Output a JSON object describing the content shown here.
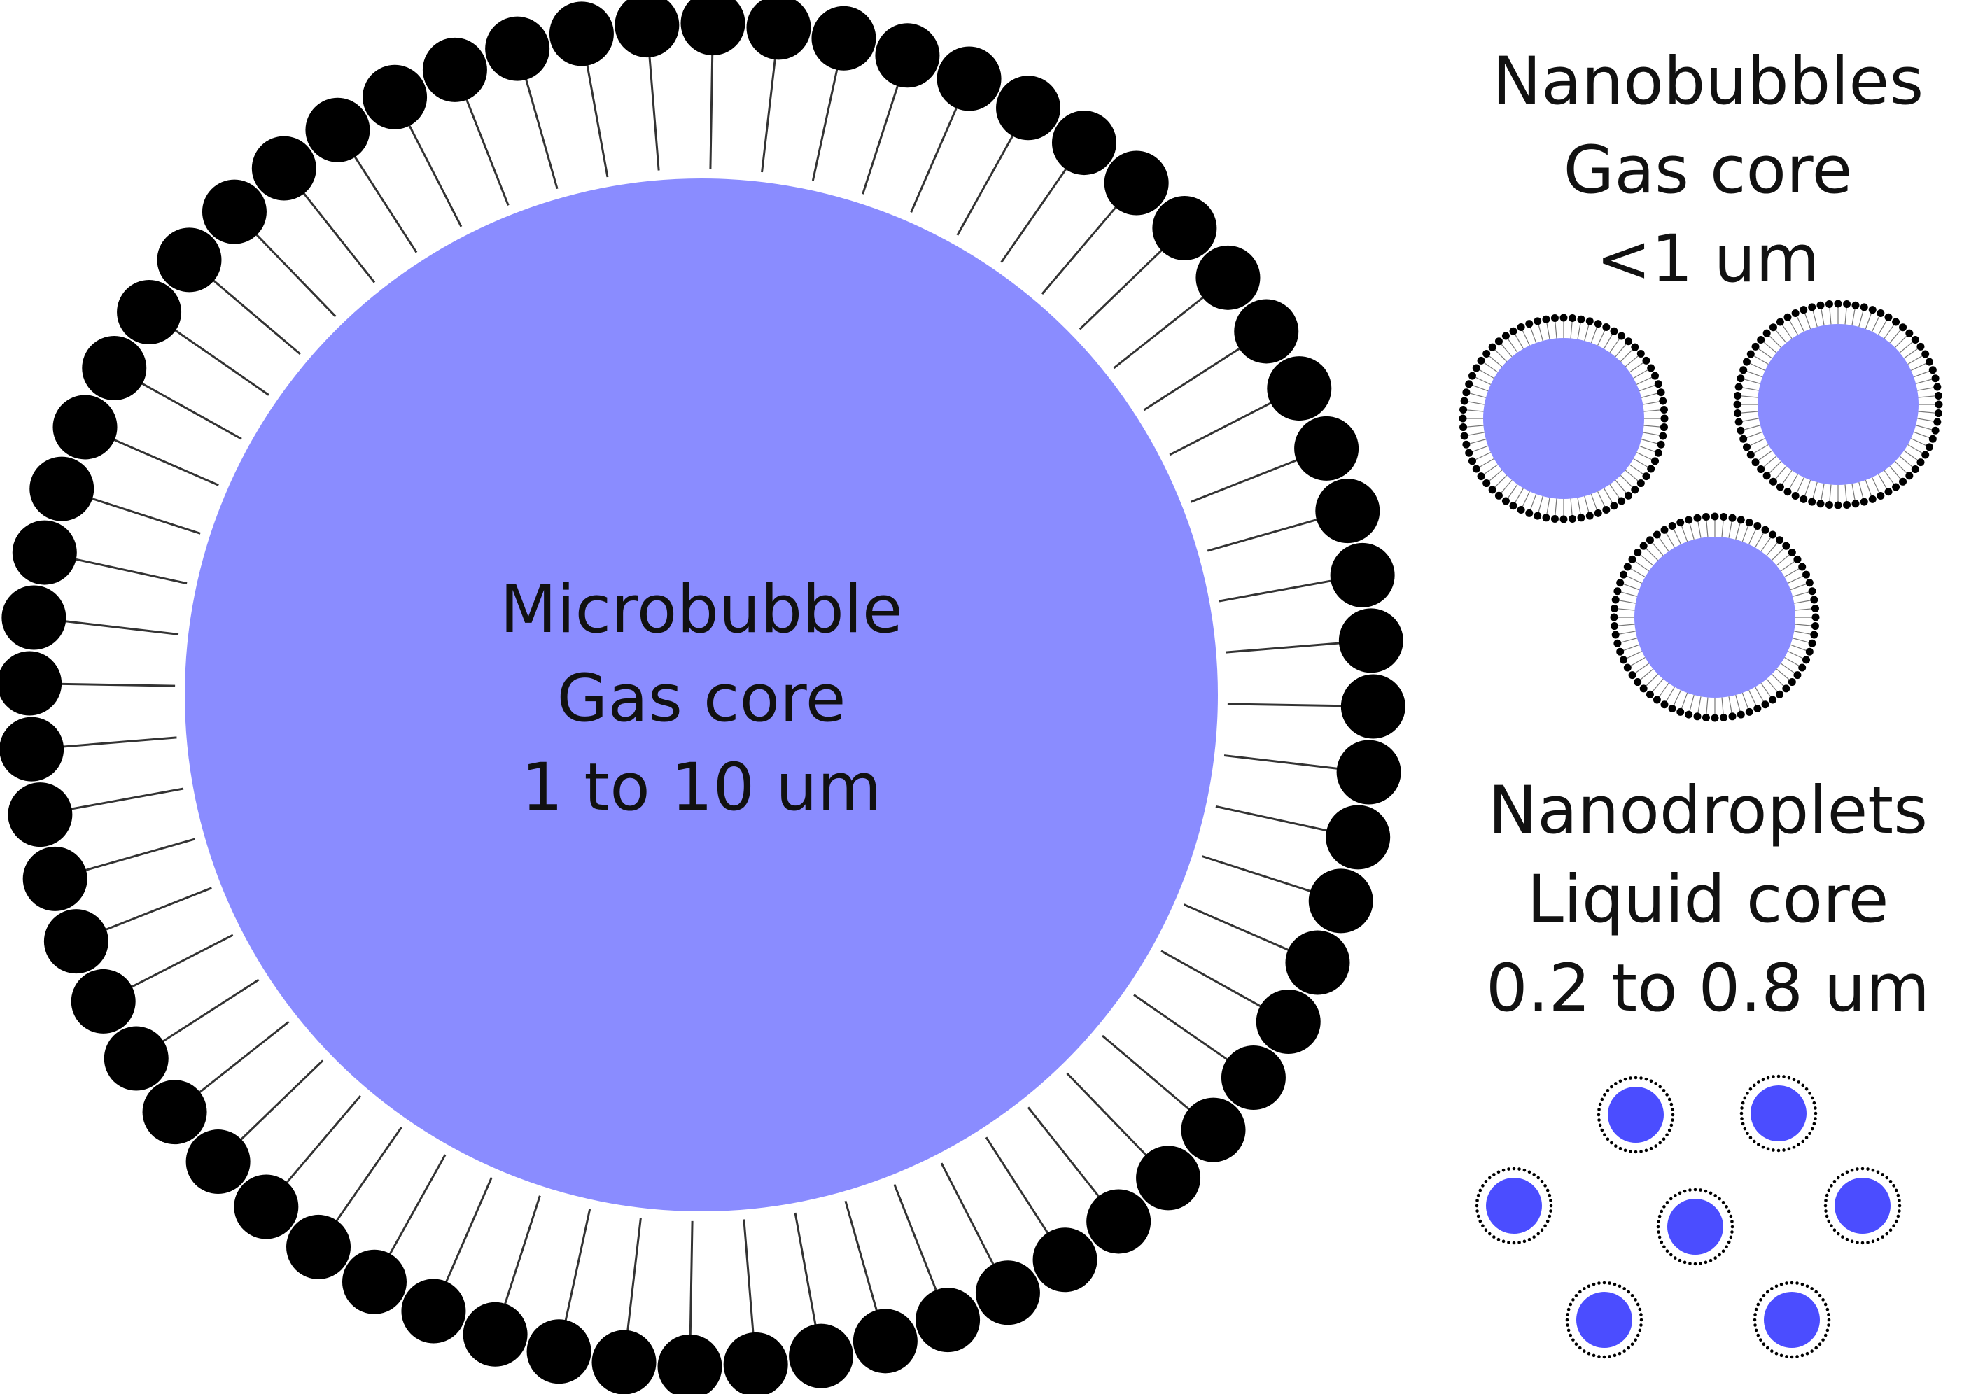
{
  "microbubble": {
    "name_label": "Microbubble",
    "core_label": "Gas core",
    "size_label": "1 to 10 um"
  },
  "nanobubbles": {
    "name_label": "Nanobubbles",
    "core_label": "Gas core",
    "size_label": "<1 um"
  },
  "nanodroplets": {
    "name_label": "Nanodroplets",
    "core_label": "Liquid core",
    "size_label": "0.2 to 0.8 um"
  },
  "colors": {
    "gas_core": "#8a8cff",
    "liquid_core": "#4b4dff",
    "lipid_head": "#000000",
    "lipid_tail": "#333333",
    "background": "#ffffff"
  }
}
